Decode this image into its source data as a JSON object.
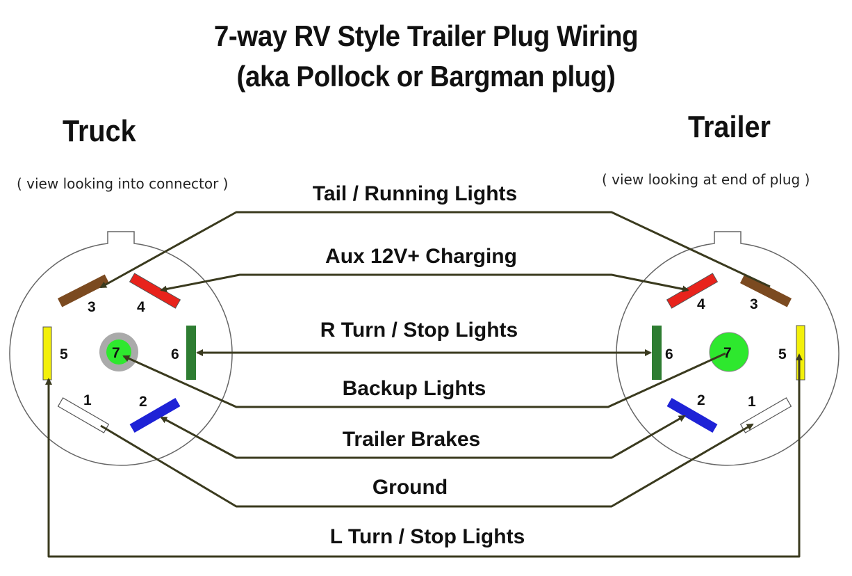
{
  "title": {
    "line1": "7-way RV Style Trailer Plug Wiring",
    "line2": "(aka Pollock or Bargman plug)"
  },
  "truck": {
    "heading": "Truck",
    "note": "( view looking into connector )"
  },
  "trailer": {
    "heading": "Trailer",
    "note": "( view looking at end of plug )"
  },
  "wires": {
    "tail": "Tail / Running Lights",
    "aux": "Aux 12V+ Charging",
    "rturn": "R Turn / Stop Lights",
    "backup": "Backup Lights",
    "brakes": "Trailer Brakes",
    "ground": "Ground",
    "lturn": "L Turn / Stop Lights"
  },
  "pins": {
    "p1": "1",
    "p2": "2",
    "p3": "3",
    "p4": "4",
    "p5": "5",
    "p6": "6",
    "p7": "7"
  },
  "colors": {
    "wire": "#3a3a1e",
    "brown": "#7b4a20",
    "red": "#e8231c",
    "yellow": "#f3f00a",
    "green_pin": "#2e7d32",
    "center_green": "#2ee82e",
    "blue": "#1e22d6",
    "white": "#ffffff"
  }
}
